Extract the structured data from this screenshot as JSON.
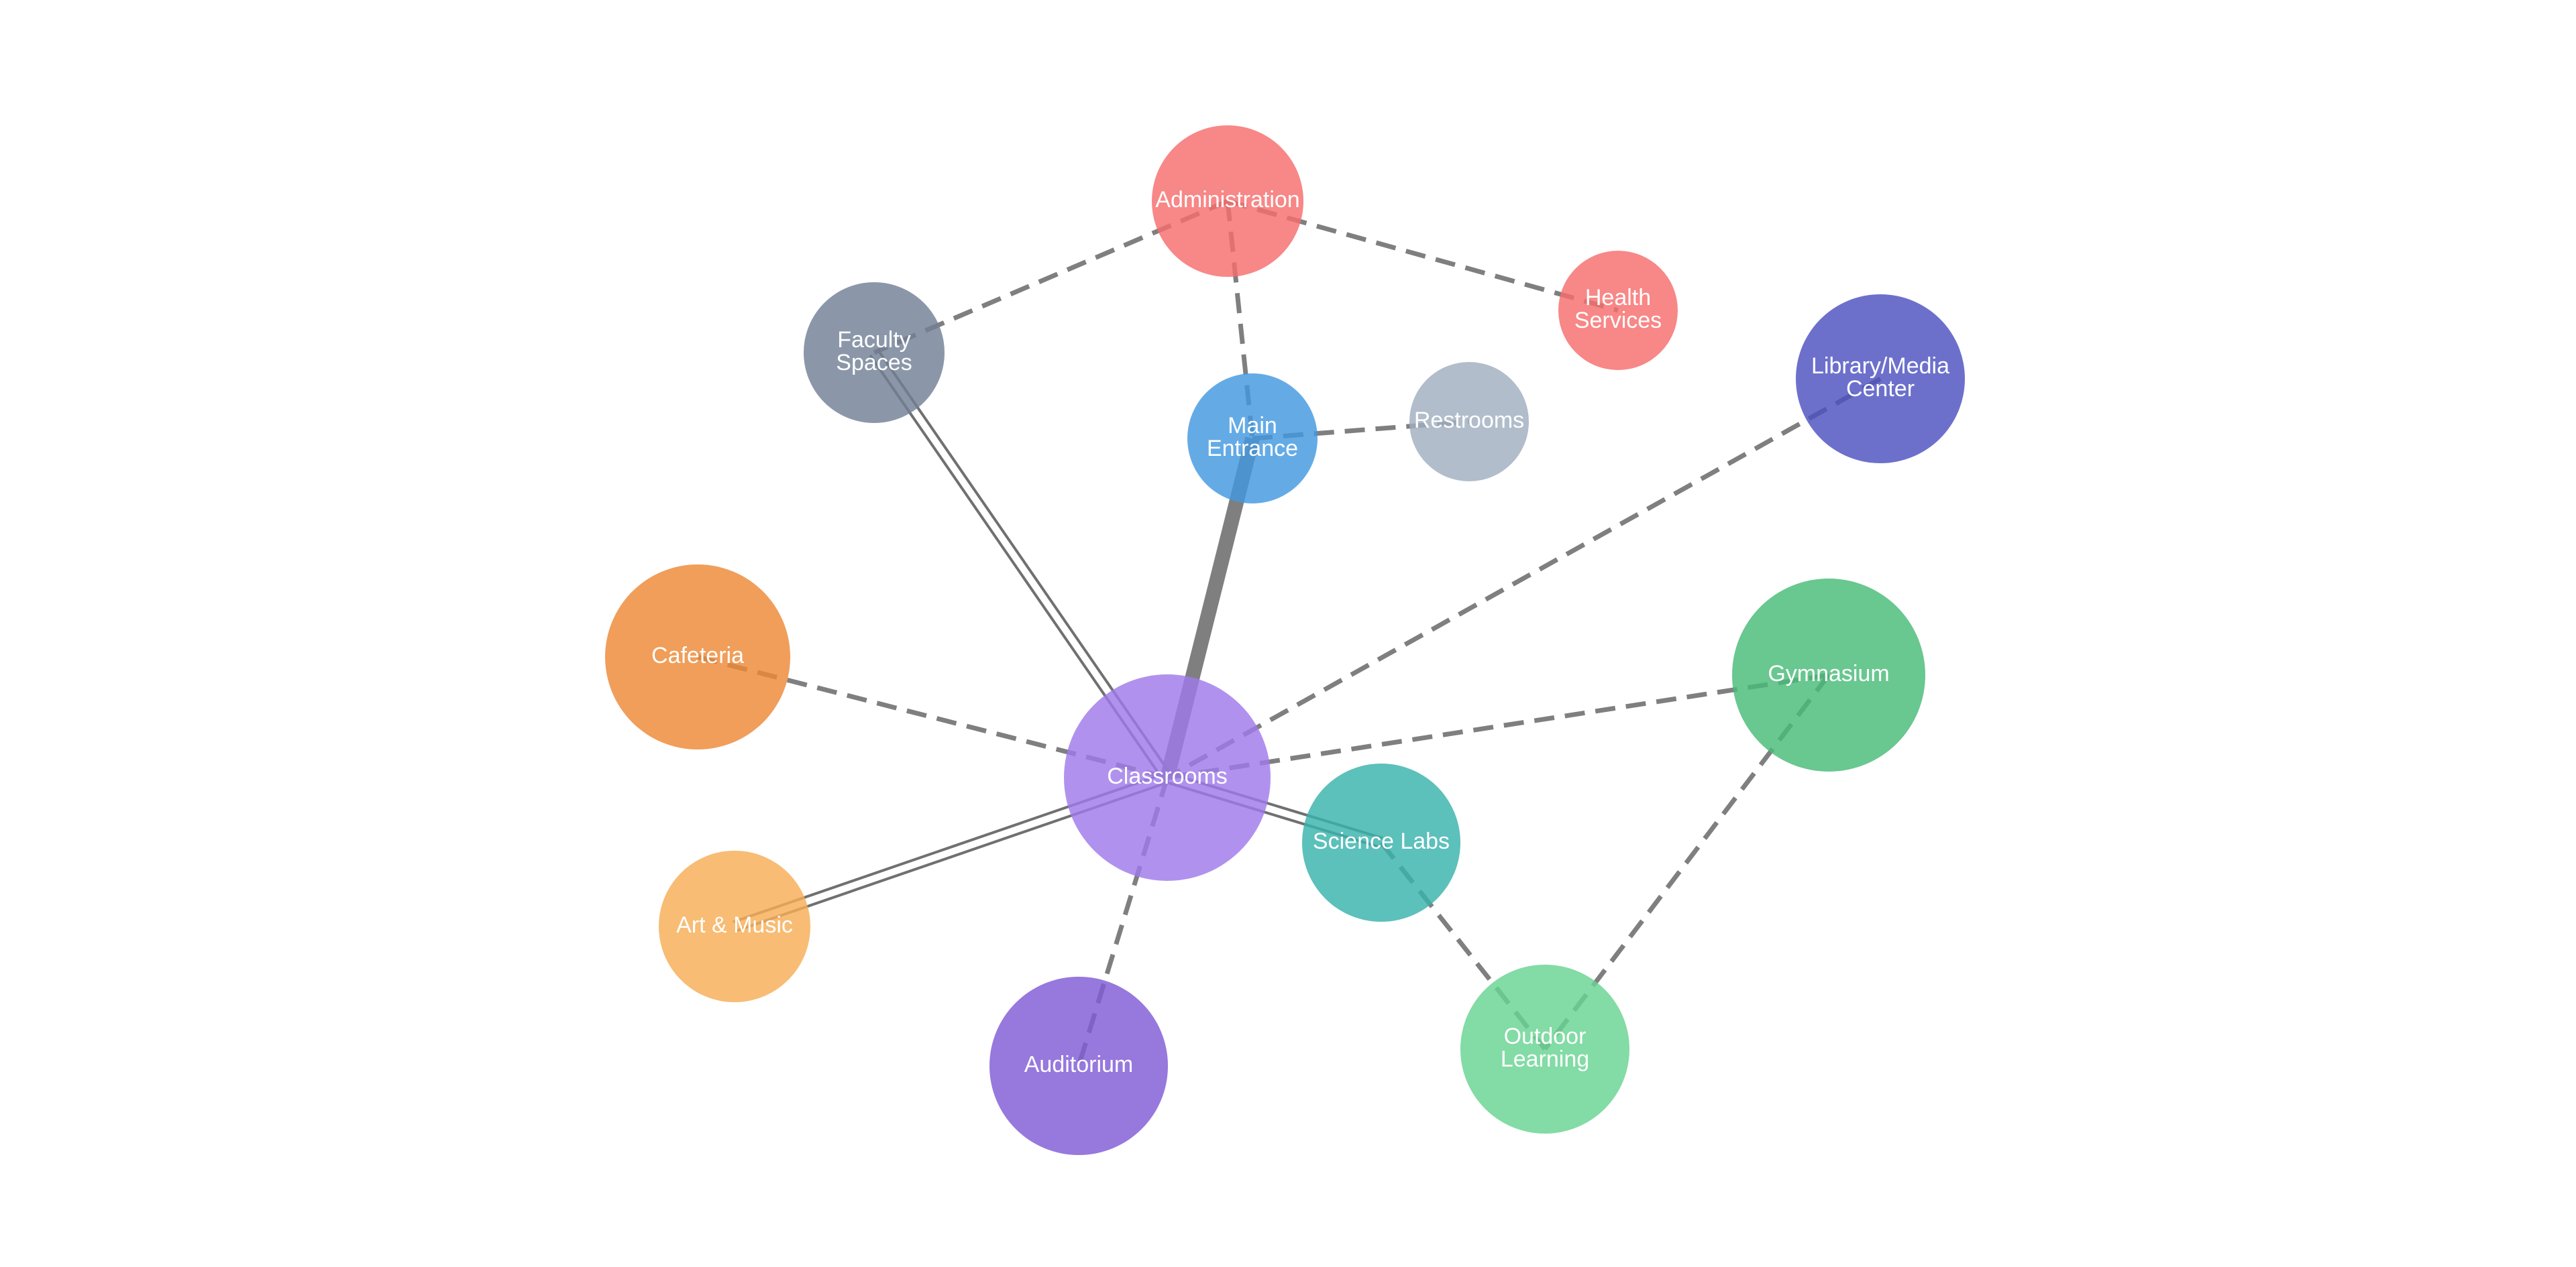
{
  "diagram": {
    "nodes": [
      {
        "id": "administration",
        "label_lines": [
          "Administration"
        ],
        "color": "#f66c6c"
      },
      {
        "id": "health-services",
        "label_lines": [
          "Health",
          "Services"
        ],
        "color": "#f66c6c"
      },
      {
        "id": "faculty-spaces",
        "label_lines": [
          "Faculty",
          "Spaces"
        ],
        "color": "#718096"
      },
      {
        "id": "main-entrance",
        "label_lines": [
          "Main",
          "Entrance"
        ],
        "color": "#4299e1"
      },
      {
        "id": "restrooms",
        "label_lines": [
          "Restrooms"
        ],
        "color": "#a0aec0"
      },
      {
        "id": "library-media-center",
        "label_lines": [
          "Library/Media",
          "Center"
        ],
        "color": "#4c51bf"
      },
      {
        "id": "cafeteria",
        "label_lines": [
          "Cafeteria"
        ],
        "color": "#ed8936"
      },
      {
        "id": "gymnasium",
        "label_lines": [
          "Gymnasium"
        ],
        "color": "#48bb78"
      },
      {
        "id": "classrooms",
        "label_lines": [
          "Classrooms"
        ],
        "color": "#9f7aea"
      },
      {
        "id": "science-labs",
        "label_lines": [
          "Science Labs"
        ],
        "color": "#38b2ac"
      },
      {
        "id": "art-music",
        "label_lines": [
          "Art & Music"
        ],
        "color": "#f6ad55"
      },
      {
        "id": "auditorium",
        "label_lines": [
          "Auditorium"
        ],
        "color": "#805ad5"
      },
      {
        "id": "outdoor-learning",
        "label_lines": [
          "Outdoor",
          "Learning"
        ],
        "color": "#68d391"
      }
    ],
    "edges": [
      {
        "from": "administration",
        "to": "faculty-spaces",
        "style": "dashed"
      },
      {
        "from": "administration",
        "to": "health-services",
        "style": "dashed"
      },
      {
        "from": "administration",
        "to": "main-entrance",
        "style": "dashed"
      },
      {
        "from": "main-entrance",
        "to": "restrooms",
        "style": "dashed"
      },
      {
        "from": "main-entrance",
        "to": "classrooms",
        "style": "thick"
      },
      {
        "from": "faculty-spaces",
        "to": "classrooms",
        "style": "double"
      },
      {
        "from": "library-media-center",
        "to": "classrooms",
        "style": "dashed"
      },
      {
        "from": "cafeteria",
        "to": "classrooms",
        "style": "dashed"
      },
      {
        "from": "gymnasium",
        "to": "classrooms",
        "style": "dashed"
      },
      {
        "from": "classrooms",
        "to": "science-labs",
        "style": "double"
      },
      {
        "from": "classrooms",
        "to": "art-music",
        "style": "double"
      },
      {
        "from": "classrooms",
        "to": "auditorium",
        "style": "dashed"
      },
      {
        "from": "science-labs",
        "to": "outdoor-learning",
        "style": "dashed"
      },
      {
        "from": "gymnasium",
        "to": "outdoor-learning",
        "style": "dashed"
      }
    ]
  }
}
